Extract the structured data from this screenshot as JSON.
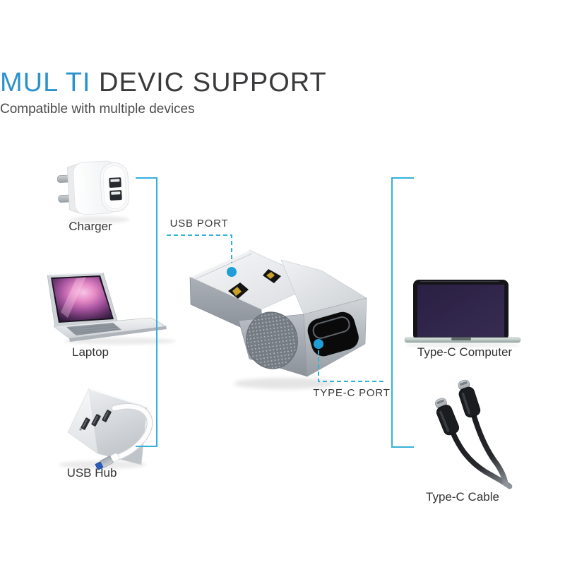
{
  "header": {
    "title_highlight": "MUL TI",
    "title_rest": " DEVIC SUPPORT",
    "subtitle": "Compatible with multiple devices"
  },
  "adapter": {
    "usb_port_label": "USB PORT",
    "type_c_port_label": "TYPE-C PORT"
  },
  "devices": {
    "left": [
      {
        "name": "charger",
        "label": "Charger"
      },
      {
        "name": "laptop",
        "label": "Laptop"
      },
      {
        "name": "usb-hub",
        "label": "USB Hub"
      }
    ],
    "right": [
      {
        "name": "type-c-computer",
        "label": "Type-C Computer"
      },
      {
        "name": "type-c-cable",
        "label": "Type-C Cable"
      }
    ]
  },
  "colors": {
    "accent_blue": "#2a93cc",
    "leader_cyan": "#35b1d9",
    "dot_cyan": "#1f9fd6",
    "title_dark": "#3a3a3c",
    "label_gray": "#323234",
    "screen_purple": "#2e2347"
  }
}
